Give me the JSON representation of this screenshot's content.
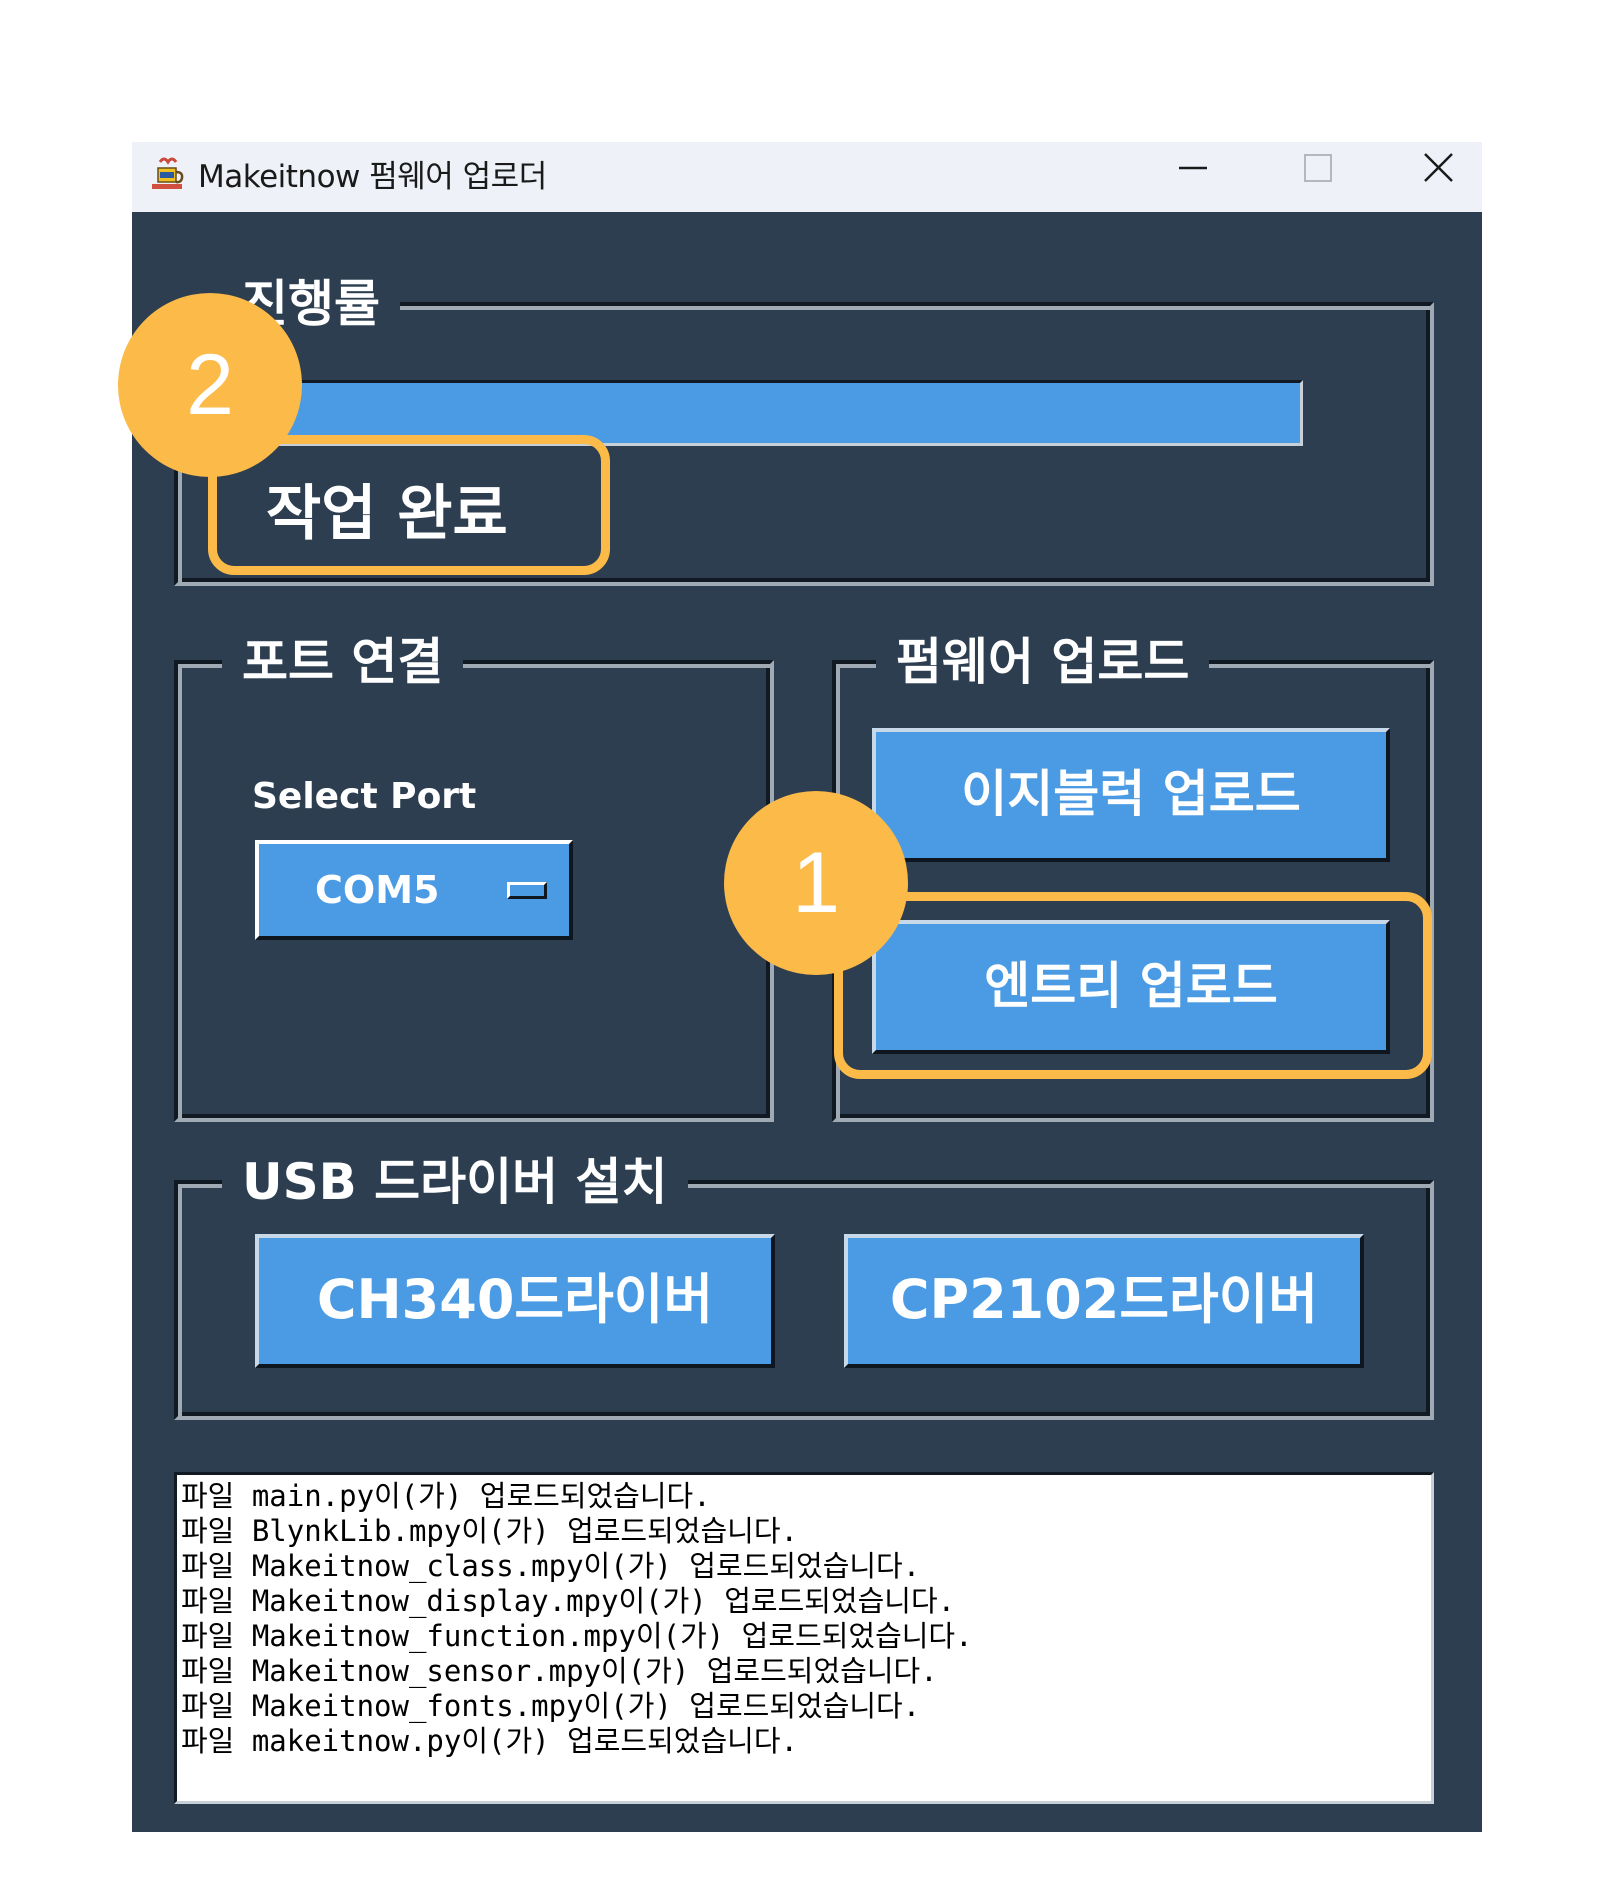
{
  "window": {
    "title": "Makeitnow 펌웨어 업로더",
    "controls": {
      "minimize": "minimize-icon",
      "maximize": "maximize-icon",
      "close": "close-icon"
    }
  },
  "progress": {
    "group_title": "진행률",
    "value_percent": 100,
    "status_text": "작업 완료"
  },
  "port": {
    "group_title": "포트 연결",
    "label": "Select Port",
    "selected": "COM5"
  },
  "firmware": {
    "group_title": "펌웨어 업로드",
    "easyblock_button": "이지블럭 업로드",
    "entry_button": "엔트리 업로드"
  },
  "usb": {
    "group_title": "USB 드라이버 설치",
    "ch340_button": "CH340드라이버",
    "cp2102_button": "CP2102드라이버"
  },
  "log": [
    "파일 main.py이(가) 업로드되었습니다.",
    "파일 BlynkLib.mpy이(가) 업로드되었습니다.",
    "파일 Makeitnow_class.mpy이(가) 업로드되었습니다.",
    "파일 Makeitnow_display.mpy이(가) 업로드되었습니다.",
    "파일 Makeitnow_function.mpy이(가) 업로드되었습니다.",
    "파일 Makeitnow_sensor.mpy이(가) 업로드되었습니다.",
    "파일 Makeitnow_fonts.mpy이(가) 업로드되었습니다.",
    "파일 makeitnow.py이(가) 업로드되었습니다."
  ],
  "callouts": {
    "first": "1",
    "second": "2"
  },
  "colors": {
    "background": "#2c3e50",
    "button": "#4a9be4",
    "callout": "#fcba49",
    "titlebar": "#eef2f8"
  }
}
